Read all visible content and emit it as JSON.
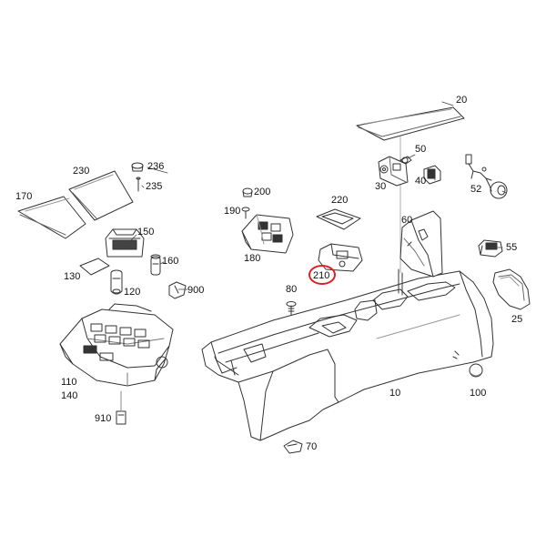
{
  "diagram": {
    "callouts": {
      "p10": "10",
      "p20": "20",
      "p25": "25",
      "p30": "30",
      "p40": "40",
      "p50": "50",
      "p52": "52",
      "p55": "55",
      "p60": "60",
      "p70": "70",
      "p80": "80",
      "p100": "100",
      "p110": "110",
      "p120": "120",
      "p130": "130",
      "p140": "140",
      "p150": "150",
      "p160": "160",
      "p170": "170",
      "p180": "180",
      "p190": "190",
      "p200": "200",
      "p210": "210",
      "p220": "220",
      "p230": "230",
      "p235": "235",
      "p236": "236",
      "p900": "900",
      "p910": "910"
    },
    "highlighted_part": "210",
    "highlight_color": "#e02020",
    "line_color": "#333333"
  }
}
